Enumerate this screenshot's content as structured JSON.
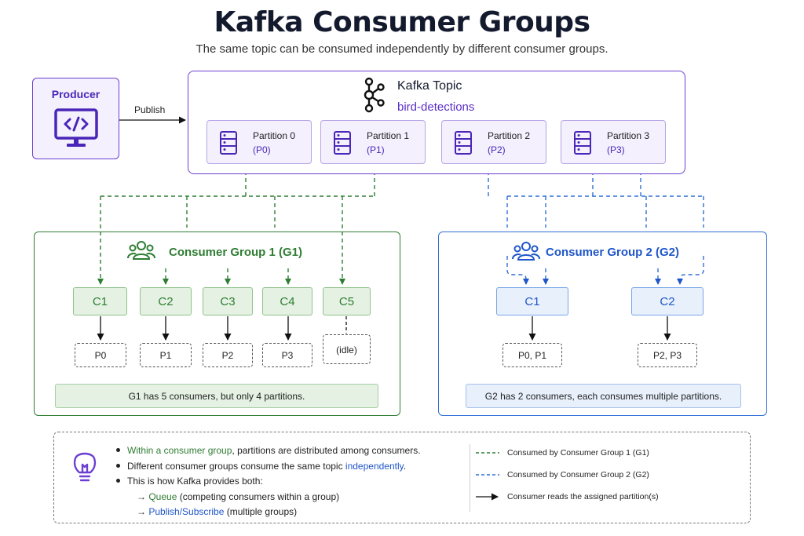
{
  "title": "Kafka Consumer Groups",
  "subtitle": "The same topic can be consumed independently by different consumer groups.",
  "producer": {
    "label": "Producer",
    "icon": "monitor-code-icon"
  },
  "publish_label": "Publish",
  "topic": {
    "title": "Kafka Topic",
    "name": "bird-detections",
    "icon": "kafka-logo-icon",
    "partitions": [
      {
        "name": "Partition 0",
        "code": "(P0)"
      },
      {
        "name": "Partition 1",
        "code": "(P1)"
      },
      {
        "name": "Partition 2",
        "code": "(P2)"
      },
      {
        "name": "Partition 3",
        "code": "(P3)"
      }
    ]
  },
  "group1": {
    "title": "Consumer Group 1 (G1)",
    "consumers": [
      "C1",
      "C2",
      "C3",
      "C4",
      "C5"
    ],
    "assignments": [
      "P0",
      "P1",
      "P2",
      "P3",
      "(idle)"
    ],
    "note": "G1 has 5 consumers, but only 4 partitions.",
    "color": "#2e7d32"
  },
  "group2": {
    "title": "Consumer Group 2 (G2)",
    "consumers": [
      "C1",
      "C2"
    ],
    "assignments": [
      "P0, P1",
      "P2, P3"
    ],
    "note": "G2 has 2 consumers, each consumes multiple partitions.",
    "color": "#1f56c9"
  },
  "legend": {
    "icon": "lightbulb-icon",
    "bullet1_highlight": "Within a consumer group",
    "bullet1_rest": ", partitions are distributed among consumers.",
    "bullet2_start": "Different consumer groups consume the same topic ",
    "bullet2_highlight": "independently",
    "bullet2_end": ".",
    "bullet3": "This is how Kafka provides both:",
    "sub1_highlight": "Queue",
    "sub1_rest": " (competing consumers within a group)",
    "sub2_highlight": "Publish/Subscribe",
    "sub2_rest": " (multiple groups)",
    "key_g1": "Consumed by Consumer Group 1 (G1)",
    "key_g2": "Consumed by Consumer Group 2 (G2)",
    "key_read": "Consumer reads the assigned partition(s)"
  }
}
